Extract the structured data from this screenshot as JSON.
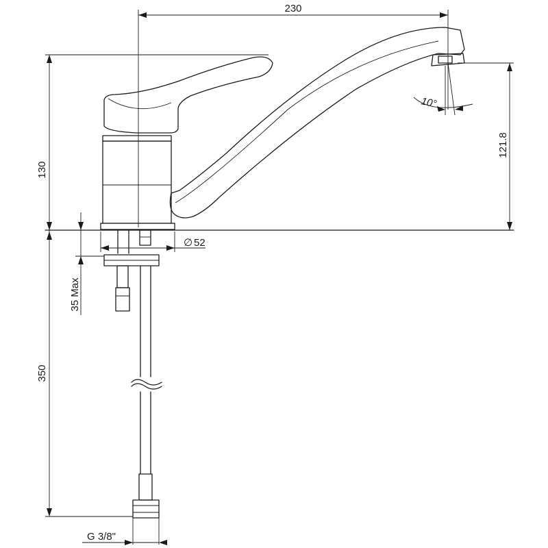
{
  "dimensions": {
    "spout_reach": "230",
    "total_height": "130",
    "outlet_height": "121.8",
    "base_diameter_symbol": "∅",
    "base_diameter_value": "52",
    "max_counter_thickness": "35 Max",
    "hose_length": "350",
    "thread": "G 3/8\"",
    "aerator_angle": "10°"
  }
}
